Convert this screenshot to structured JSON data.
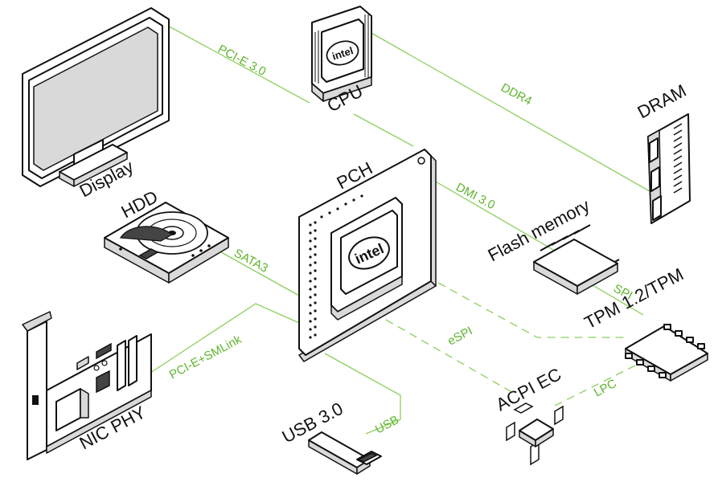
{
  "components": {
    "display": "Display",
    "cpu": "CPU",
    "dram": "DRAM",
    "pch": "PCH",
    "hdd": "HDD",
    "flash": "Flash memory",
    "tpm": "TPM 1.2/TPM",
    "nic": "NIC PHY",
    "acpi": "ACPI EC",
    "usb": "USB 3.0"
  },
  "buses": {
    "pcie": "PCI-E 3.0",
    "ddr4": "DDR4",
    "dmi": "DMI 3.0",
    "sata": "SATA3",
    "pcie_smlink": "PCI-E+SMLink",
    "spi": "SPI",
    "espi": "eSPI",
    "lpc": "LPC",
    "usb": "USB"
  },
  "chip_logo": "intel",
  "colors": {
    "bus_line": "#8ccf5e",
    "bus_label": "#5fb52f",
    "outline": "#111111"
  }
}
